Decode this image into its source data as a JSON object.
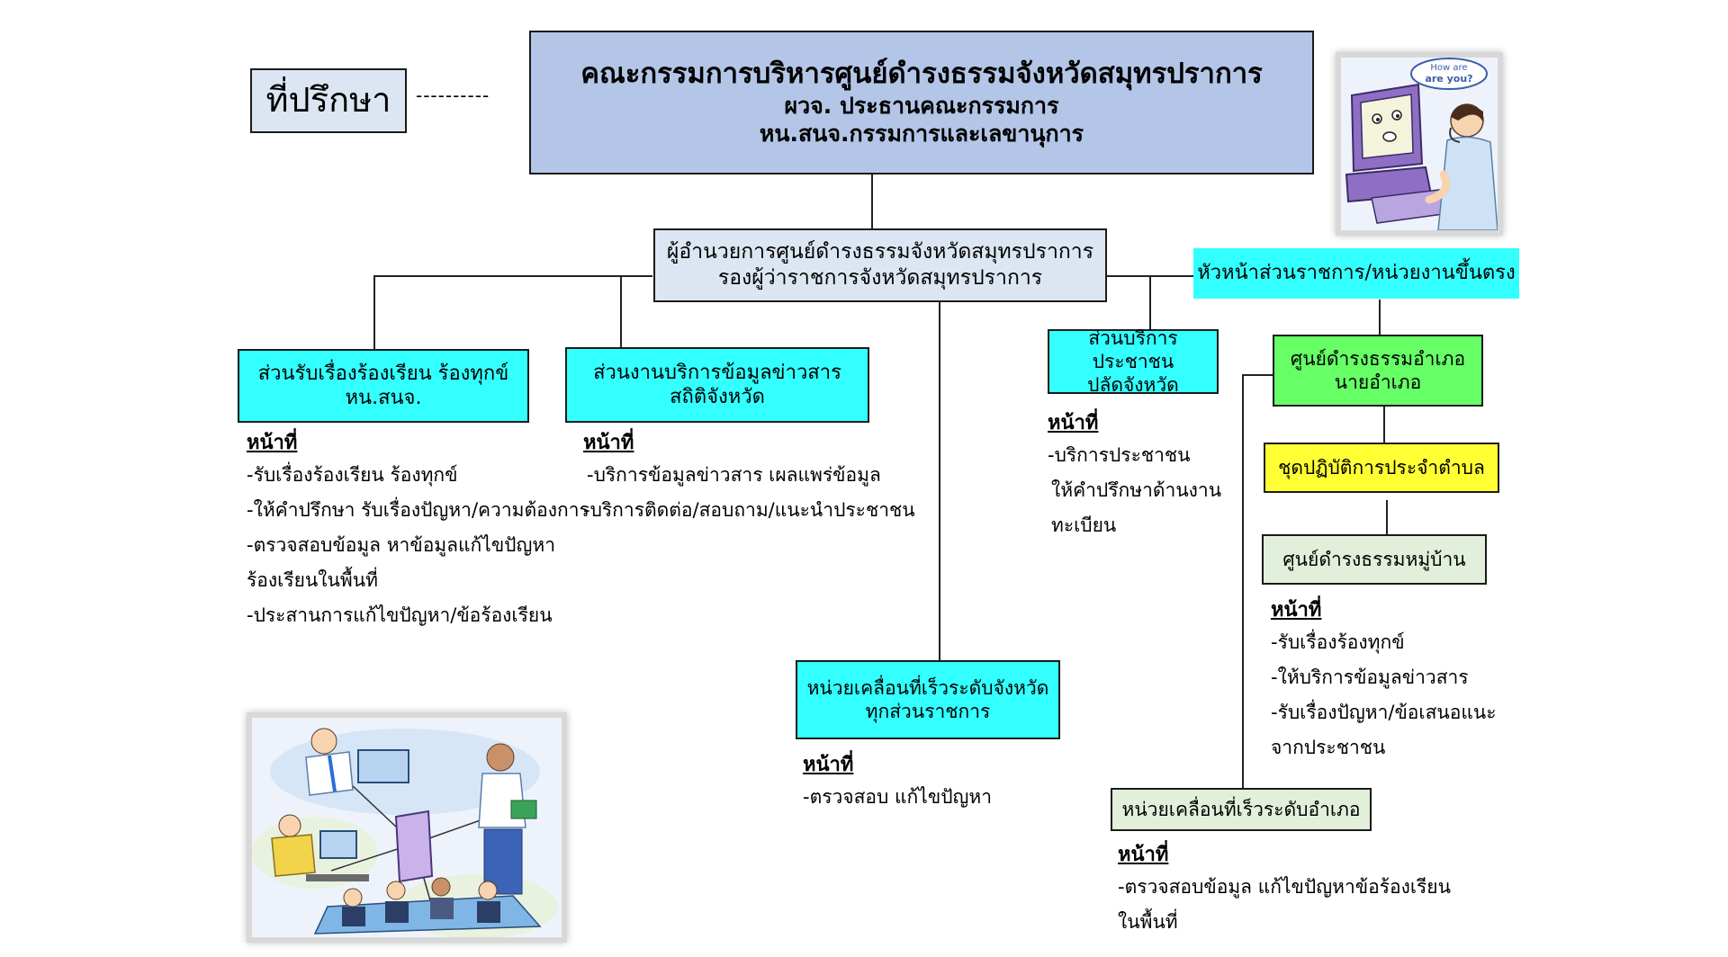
{
  "advisor": {
    "label": "ที่ปรึกษา",
    "dash": "----------"
  },
  "committee": {
    "line1": "คณะกรรมการบริหารศูนย์ดำรงธรรมจังหวัดสมุทรปราการ",
    "line2": "ผวจ. ประธานคณะกรรมการ",
    "line3": "หน.สนจ.กรรมการและเลขานุการ"
  },
  "director": {
    "line1": "ผู้อำนวยการศูนย์ดำรงธรรมจังหวัดสมุทรปราการ",
    "line2": "รองผู้ว่าราชการจังหวัดสมุทรปราการ"
  },
  "agency_heads": {
    "label": "หัวหน้าส่วนราชการ/หน่วยงานขึ้นตรง"
  },
  "duty_heading": "หน้าที่",
  "complaints": {
    "line1": "ส่วนรับเรื่องร้องเรียน ร้องทุกข์",
    "line2": "หน.สนจ.",
    "duties": [
      "-รับเรื่องร้องเรียน ร้องทุกข์",
      "-ให้คำปรึกษา รับเรื่องปัญหา/ความต้องการ",
      "-ตรวจสอบข้อมูล หาข้อมูลแก้ไขปัญหา",
      "ร้องเรียนในพื้นที่",
      "-ประสานการแก้ไขปัญหา/ข้อร้องเรียน"
    ]
  },
  "info_service": {
    "line1": "ส่วนงานบริการข้อมูลข่าวสาร",
    "line2": "สถิติจังหวัด",
    "duties": [
      "-บริการข้อมูลข่าวสาร เผลแพร่ข้อมูล",
      "-บริการติดต่อ/สอบถาม/แนะนำประชาชน"
    ]
  },
  "mobile_province": {
    "line1": "หน่วยเคลื่อนที่เร็วระดับจังหวัด",
    "line2": "ทุกส่วนราชการ",
    "duties": [
      "-ตรวจสอบ แก้ไขปัญหา"
    ]
  },
  "public_service": {
    "line1": "ส่วนบริการประชาชน",
    "line2": "ปลัดจังหวัด",
    "duties": [
      "-บริการประชาชน",
      " ให้คำปรึกษาด้านงาน",
      " ทะเบียน"
    ]
  },
  "district_center": {
    "line1": "ศูนย์ดำรงธรรมอำเภอ",
    "line2": "นายอำเภอ"
  },
  "subdistrict_team": {
    "label": "ชุดปฏิบัติการประจำตำบล"
  },
  "village_center": {
    "label": "ศูนย์ดำรงธรรมหมู่บ้าน",
    "duties": [
      "-รับเรื่องร้องทุกข์",
      "-ให้บริการข้อมูลข่าวสาร",
      "-รับเรื่องปัญหา/ข้อเสนอแนะ",
      "จากประชาชน"
    ]
  },
  "mobile_district": {
    "label": "หน่วยเคลื่อนที่เร็วระดับอำเภอ",
    "duties": [
      "-ตรวจสอบข้อมูล แก้ไขปัญหาข้อร้องเรียน",
      "ในพื้นที่"
    ]
  },
  "speech_bubble": {
    "line1": "How are",
    "line2": "are you?"
  },
  "colors": {
    "committee_bg": "#b4c6e7",
    "director_bg": "#dce6f2",
    "cyan": "#33ffff",
    "green": "#66ff66",
    "yellow": "#ffff33",
    "light_green": "#e2efda",
    "advisor_bg": "#dce6f2"
  },
  "icons": [
    "computer-operator-illustration",
    "office-network-illustration"
  ]
}
